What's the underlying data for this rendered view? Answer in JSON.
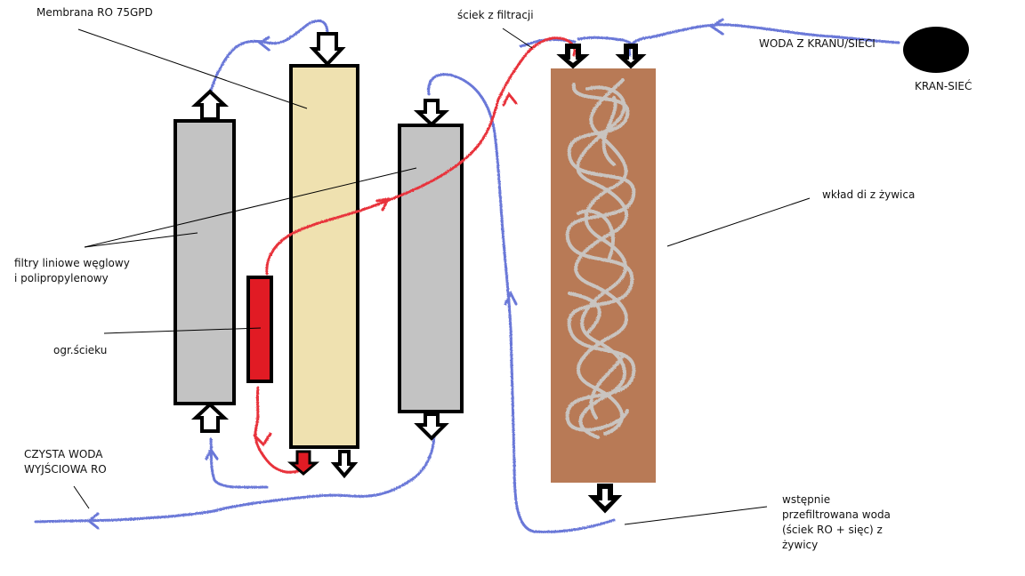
{
  "labels": {
    "membrane": "Membrana RO 75GPD",
    "ro_waste": "ściek z filtracji",
    "tap_water": "WODA Z KRANU/SIECI",
    "tap": "KRAN-SIEĆ",
    "di_cartridge": "wkład di z żywica",
    "inline_filters_line1": "filtry liniowe węglowy",
    "inline_filters_line2": "i polipropylenowy",
    "flow_restrictor": "ogr.ścieku",
    "output_line1": "CZYSTA WODA",
    "output_line2": "WYJŚCIOWA RO",
    "prefiltered_line1": "wstępnie",
    "prefiltered_line2": "przefiltrowana woda",
    "prefiltered_line3": "(ściek RO + sięc)  z",
    "prefiltered_line4": "żywicy"
  },
  "colors": {
    "clean_water_line": "#6a78d8",
    "waste_line": "#e8323a",
    "membrane_fill": "#efe1b0",
    "filter_fill": "#c3c3c3",
    "resin_fill": "#b87a56",
    "resin_scribble": "#c9c4c0",
    "restrictor_fill": "#e11b24",
    "tap_fill": "#000000"
  }
}
